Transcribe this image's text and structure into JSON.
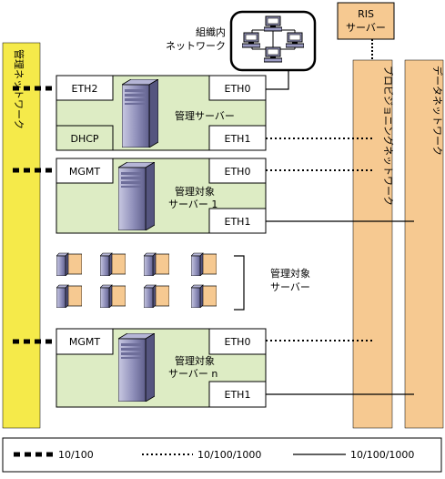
{
  "network": {
    "internal_line1": "組織内",
    "internal_line2": "ネットワーク",
    "mgmt_network": "管理ネットワーク",
    "provisioning_network": "プロビジョニングネットワーク",
    "data_network": "データネットワーク"
  },
  "ris_server": {
    "line1": "RIS",
    "line2": "サーバー"
  },
  "mgmt_server": {
    "eth2": "ETH2",
    "eth0": "ETH0",
    "eth1": "ETH1",
    "dhcp": "DHCP",
    "label": "管理サーバー"
  },
  "managed_server_1": {
    "mgmt": "MGMT",
    "eth0": "ETH0",
    "eth1": "ETH1",
    "label_line1": "管理対象",
    "label_line2": "サーバー 1"
  },
  "managed_servers_group": {
    "label_line1": "管理対象",
    "label_line2": "サーバー"
  },
  "managed_server_n": {
    "mgmt": "MGMT",
    "eth0": "ETH0",
    "eth1": "ETH1",
    "label_line1": "管理対象",
    "label_line2": "サーバー n"
  },
  "legend": {
    "thick_dashed": "10/100",
    "dotted": "10/100/1000",
    "solid": "10/100/1000"
  },
  "colors": {
    "yellow": "#f5ea4a",
    "orange": "#f6c991",
    "green": "#ddecc4",
    "tower": "#9b9bc4"
  }
}
